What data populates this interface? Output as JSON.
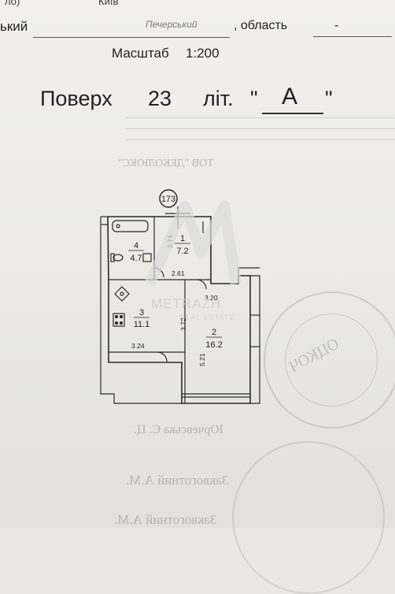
{
  "header": {
    "top_left_fragment": "ло)",
    "city": "Київ",
    "line2_left_fragment": "ький",
    "district": "Печерський",
    "region_label": ", область",
    "region_value": "-",
    "scale_label": "Масштаб",
    "scale_value": "1:200"
  },
  "floor_line": {
    "floor_label": "Поверх",
    "floor_number": "23",
    "letter_label": "літ.",
    "open_quote": "\"",
    "letter_value": "А",
    "close_quote": "\""
  },
  "bleed_text": {
    "company": "ТОВ \"ДЕКОЛЮКС\""
  },
  "plan": {
    "plot_number": "173",
    "rooms": [
      {
        "number": "1",
        "area": "7.2"
      },
      {
        "number": "2",
        "area": "16.2"
      },
      {
        "number": "3",
        "area": "11.1"
      },
      {
        "number": "4",
        "area": "4.7"
      }
    ],
    "dimensions": {
      "d_274": "2.74",
      "d_261": "2.61",
      "d_320": "3.20",
      "d_372": "3.72",
      "d_324": "3.24",
      "d_521": "5.21"
    }
  },
  "watermark": {
    "brand": "METRAZH",
    "tagline": "REAL ESTATE",
    "color": "#d9d9d9"
  },
  "stamp": {
    "text_fragment": "ОЦКОЧ"
  },
  "signatures": {
    "sig_1": "Юрчевська Є. Ц.",
    "sig_2": "Заквоготний А.М.",
    "sig_3": "Заквоготний А.М."
  }
}
